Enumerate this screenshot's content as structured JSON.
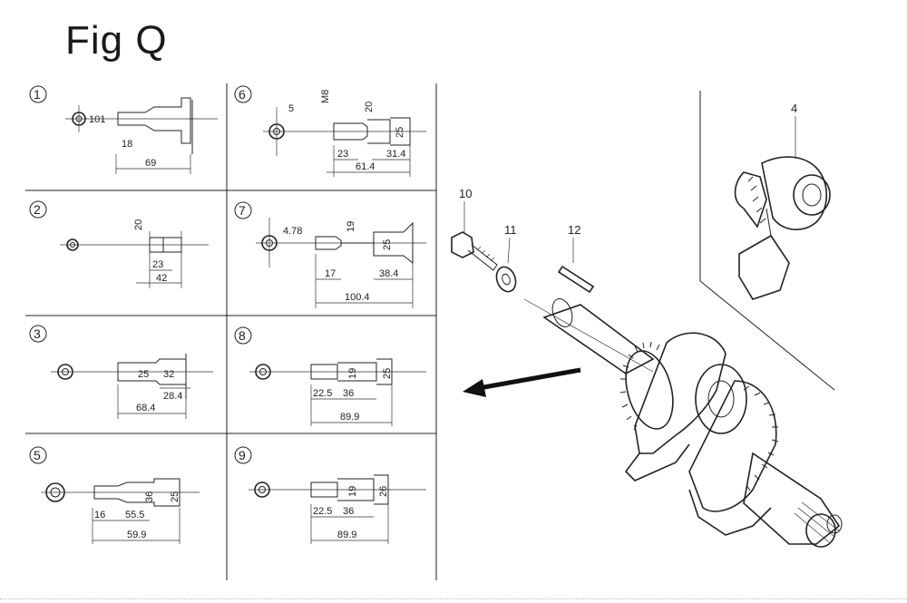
{
  "figure": {
    "title": "Fig Q"
  },
  "panels": [
    {
      "id": "1",
      "dims": [
        "101",
        "18",
        "69"
      ]
    },
    {
      "id": "2",
      "dims": [
        "20",
        "23",
        "42"
      ]
    },
    {
      "id": "3",
      "dims": [
        "25",
        "32",
        "28.4",
        "68.4"
      ]
    },
    {
      "id": "5",
      "dims": [
        "36",
        "25",
        "16",
        "55.5",
        "59.9"
      ]
    },
    {
      "id": "6",
      "dims": [
        "5",
        "M8",
        "20",
        "25",
        "23",
        "31.4",
        "61.4"
      ]
    },
    {
      "id": "7",
      "dims": [
        "4.78",
        "19",
        "25",
        "17",
        "38.4",
        "100.4"
      ]
    },
    {
      "id": "8",
      "dims": [
        "19",
        "25",
        "22.5",
        "36",
        "89.9"
      ]
    },
    {
      "id": "9",
      "dims": [
        "19",
        "26",
        "22.5",
        "36",
        "89.9"
      ]
    }
  ],
  "parts": {
    "p4": "4",
    "p10": "10",
    "p11": "11",
    "p12": "12"
  }
}
